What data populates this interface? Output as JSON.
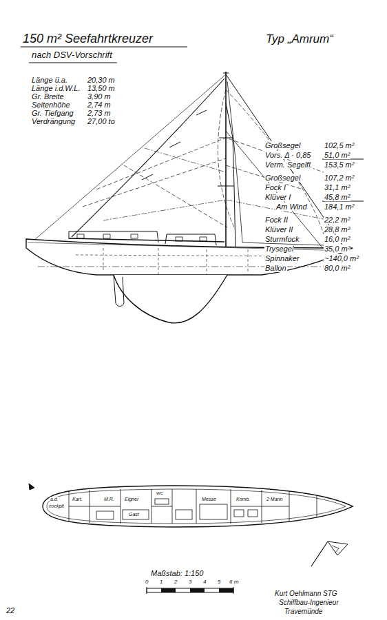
{
  "diagram": {
    "title": "150 m² Seefahrtkreuzer",
    "labels": [
      "Typ „Amrum“",
      "nach DSV-Vorschrift",
      "Länge ü.a.",
      "20,30 m",
      "Länge i.d.W.L.",
      "13,50 m",
      "Gr. Breite",
      "3,90 m",
      "Seitenhöhe",
      "2,74 m",
      "Gr. Tiefgang",
      "2,73 m",
      "Verdrängung",
      "27,00 to",
      "Großsegel",
      "102,5 m²",
      "Vors. Δ · 0,85",
      "51,0 m²",
      "Verm. Segelfl.",
      "153,5 m²",
      "Großsegel",
      "107,2 m²",
      "Fock I",
      "31,1 m²",
      "Klüver I",
      "45,8 m²",
      "Am Wind",
      "184,1 m²",
      "Fock II",
      "22,2 m²",
      "Klüver II",
      "28,8 m²",
      "Sturmfock",
      "16,0 m²",
      "Trysegel",
      "35,0 m²",
      "Spinnaker",
      "~140,0 m²",
      "Ballon",
      "80,0 m²",
      "a.d.",
      "cockpit",
      "Kart.",
      "M.R.",
      "Eigner",
      "Gast",
      "WC",
      "Messe",
      "Komb.",
      "2 Mann",
      "Maßstab: 1:150",
      "0",
      "1",
      "2",
      "3",
      "4",
      "5",
      "6 m",
      "Kurt Oehlmann STG",
      "Schiffbau-Ingenieur",
      "Travemünde",
      "22"
    ]
  }
}
